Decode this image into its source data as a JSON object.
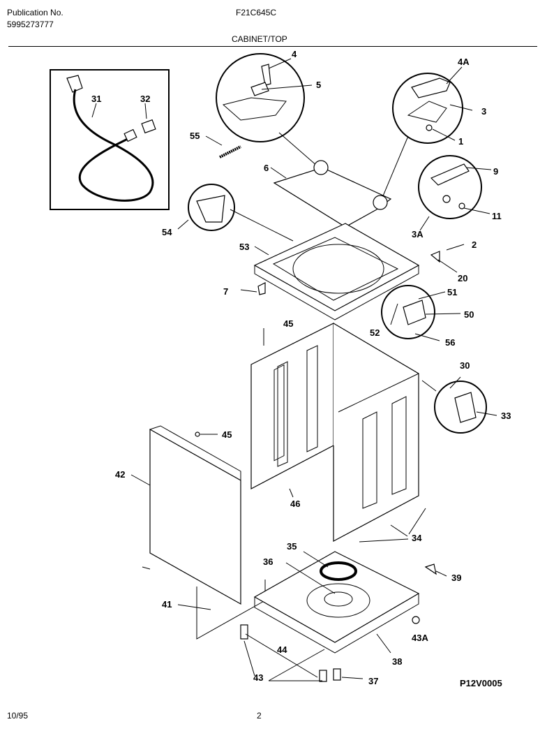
{
  "header": {
    "publication_label": "Publication No.",
    "publication_number": "5995273777",
    "model": "F21C645C",
    "section_title": "CABINET/TOP"
  },
  "diagram_code": "P12V0005",
  "footer": {
    "date": "10/95",
    "page": "2"
  },
  "callouts": [
    {
      "id": "c4",
      "label": "4"
    },
    {
      "id": "c5",
      "label": "5"
    },
    {
      "id": "c4a",
      "label": "4A"
    },
    {
      "id": "c3",
      "label": "3"
    },
    {
      "id": "c1",
      "label": "1"
    },
    {
      "id": "c31",
      "label": "31"
    },
    {
      "id": "c32",
      "label": "32"
    },
    {
      "id": "c55",
      "label": "55"
    },
    {
      "id": "c6",
      "label": "6"
    },
    {
      "id": "c9",
      "label": "9"
    },
    {
      "id": "c11",
      "label": "11"
    },
    {
      "id": "c3a",
      "label": "3A"
    },
    {
      "id": "c54",
      "label": "54"
    },
    {
      "id": "c53",
      "label": "53"
    },
    {
      "id": "c2",
      "label": "2"
    },
    {
      "id": "c20",
      "label": "20"
    },
    {
      "id": "c7",
      "label": "7"
    },
    {
      "id": "c51",
      "label": "51"
    },
    {
      "id": "c50",
      "label": "50"
    },
    {
      "id": "c52",
      "label": "52"
    },
    {
      "id": "c56",
      "label": "56"
    },
    {
      "id": "c45a",
      "label": "45"
    },
    {
      "id": "c30",
      "label": "30"
    },
    {
      "id": "c33",
      "label": "33"
    },
    {
      "id": "c45b",
      "label": "45"
    },
    {
      "id": "c42",
      "label": "42"
    },
    {
      "id": "c46",
      "label": "46"
    },
    {
      "id": "c34",
      "label": "34"
    },
    {
      "id": "c35",
      "label": "35"
    },
    {
      "id": "c36",
      "label": "36"
    },
    {
      "id": "c39",
      "label": "39"
    },
    {
      "id": "c41",
      "label": "41"
    },
    {
      "id": "c43a",
      "label": "43A"
    },
    {
      "id": "c44",
      "label": "44"
    },
    {
      "id": "c38",
      "label": "38"
    },
    {
      "id": "c43",
      "label": "43"
    },
    {
      "id": "c37",
      "label": "37"
    }
  ]
}
